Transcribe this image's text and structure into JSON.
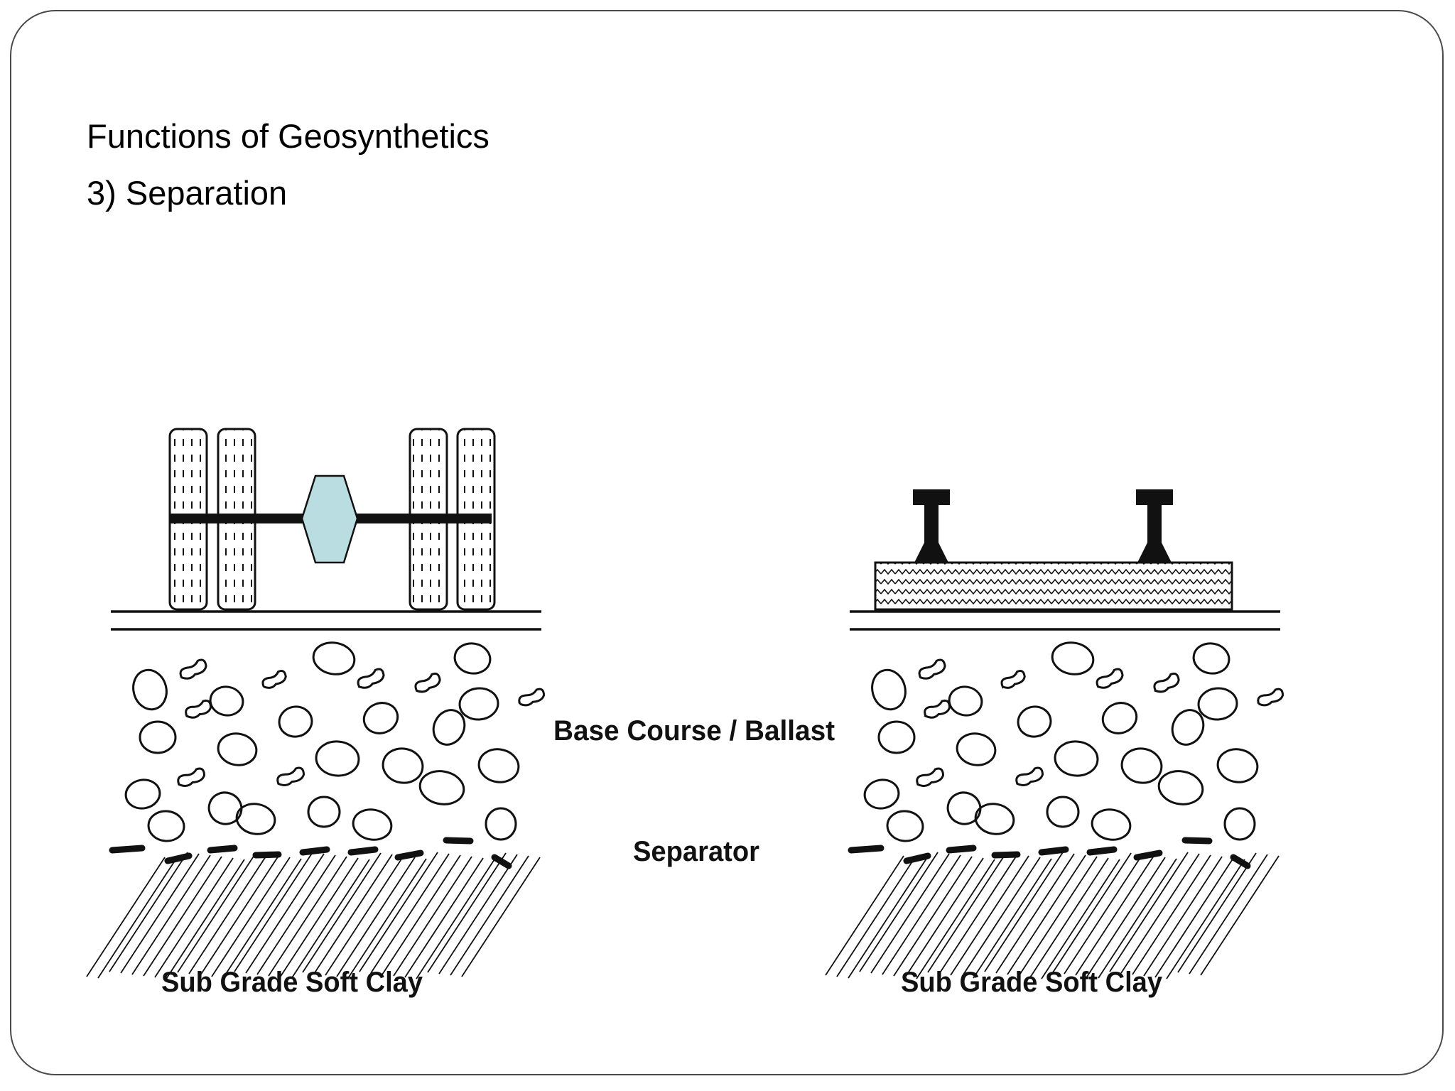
{
  "slide": {
    "title_line1": "Functions of Geosynthetics",
    "title_line2": "3) Separation"
  },
  "labels": {
    "base_course": "Base Course / Ballast",
    "separator": "Separator",
    "subgrade_left": "Sub Grade  Soft Clay",
    "subgrade_right": "Sub Grade  Soft Clay"
  },
  "colors": {
    "ink": "#111111",
    "axle_hub": "#b9dde0",
    "slide_border": "#4a4a4a"
  },
  "icons": {
    "vehicle": "truck-axle-icon",
    "rail": "rail-track-icon"
  }
}
